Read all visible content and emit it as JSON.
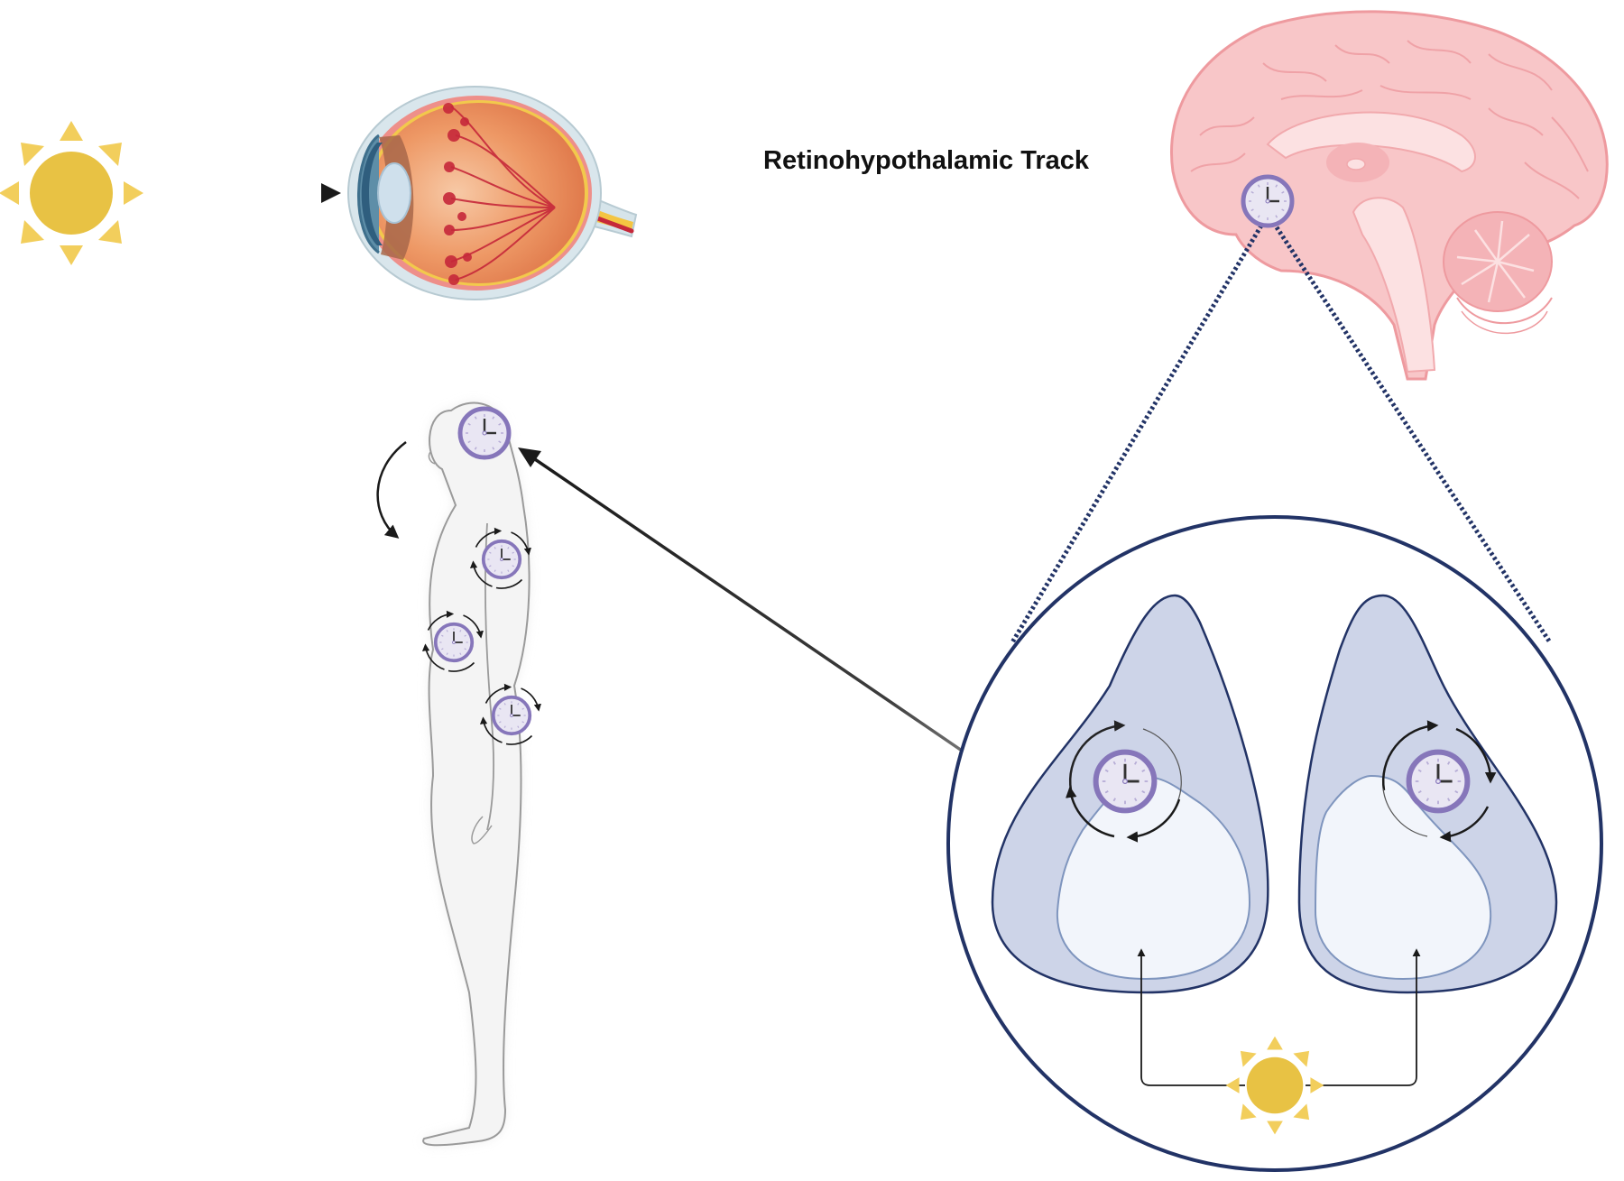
{
  "figure": {
    "title": "Light entrainment of the circadian clock via the retinohypothalamic tract",
    "labels": {
      "retinohypothalamic": "Retinohypothalamic Track"
    },
    "elements": {
      "light_source": "sun-icon",
      "eye": "eye-cross-section",
      "brain": "brain-sagittal-section",
      "master_clock": "scn-clock-icon",
      "body": "human-body-profile",
      "peripheral_clocks": [
        "head-clock",
        "upper-arm-clock",
        "abdomen-clock",
        "hip-clock"
      ],
      "scn_zoom": {
        "nuclei": [
          "left-scn-nucleus",
          "right-scn-nucleus"
        ],
        "light_input": "sun-icon"
      }
    },
    "colors": {
      "sun": "#E8C244",
      "sun_rays": "#F2CE5C",
      "arrow": "#1a1a1a",
      "clock_ring": "#8676BA",
      "clock_face": "#E9E6F3",
      "brain_fill": "#F8C6C8",
      "brain_stroke": "#EE9A9F",
      "scn_outer": "#CDD4E8",
      "scn_inner": "#F2F5FB",
      "zoom_circle": "#223366",
      "body_fill": "#F3F3F3",
      "body_stroke": "#9a9a9a",
      "eye_orange": "#E98A5C",
      "eye_vessel": "#C6283A"
    }
  }
}
